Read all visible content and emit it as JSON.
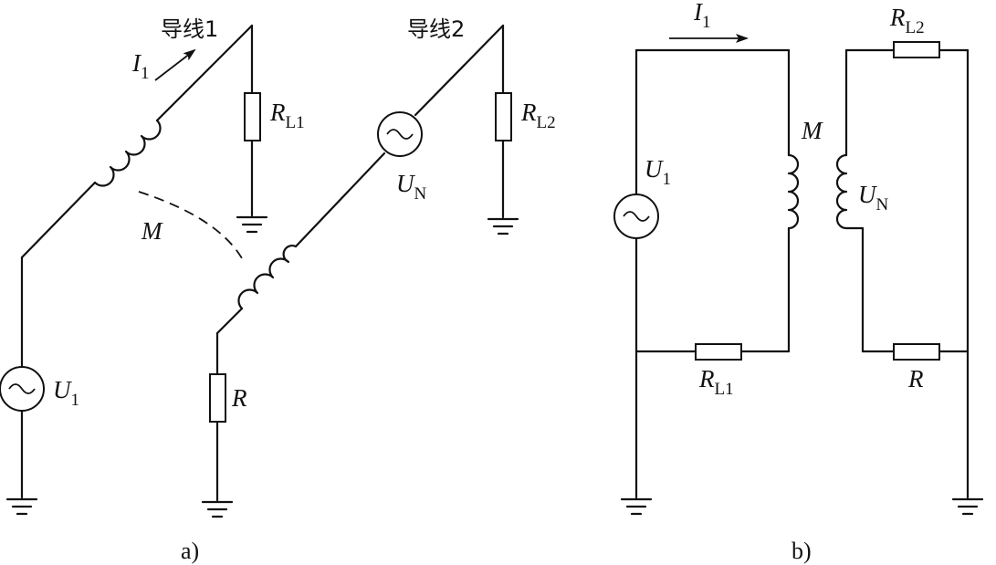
{
  "diagram_a": {
    "caption": "a)",
    "wire1_label": "导线1",
    "wire2_label": "导线2",
    "current_label": {
      "main": "I",
      "sub": "1"
    },
    "mutual_label": "M",
    "source1_label": {
      "main": "U",
      "sub": "1"
    },
    "noise_label": {
      "main": "U",
      "sub": "N"
    },
    "rl1_label": {
      "main": "R",
      "sub": "L1"
    },
    "rl2_label": {
      "main": "R",
      "sub": "L2"
    },
    "r_label": "R"
  },
  "diagram_b": {
    "caption": "b)",
    "current_label": {
      "main": "I",
      "sub": "1"
    },
    "mutual_label": "M",
    "source1_label": {
      "main": "U",
      "sub": "1"
    },
    "noise_label": {
      "main": "U",
      "sub": "N"
    },
    "rl1_label": {
      "main": "R",
      "sub": "L1"
    },
    "rl2_label": {
      "main": "R",
      "sub": "L2"
    },
    "r_label": "R"
  }
}
